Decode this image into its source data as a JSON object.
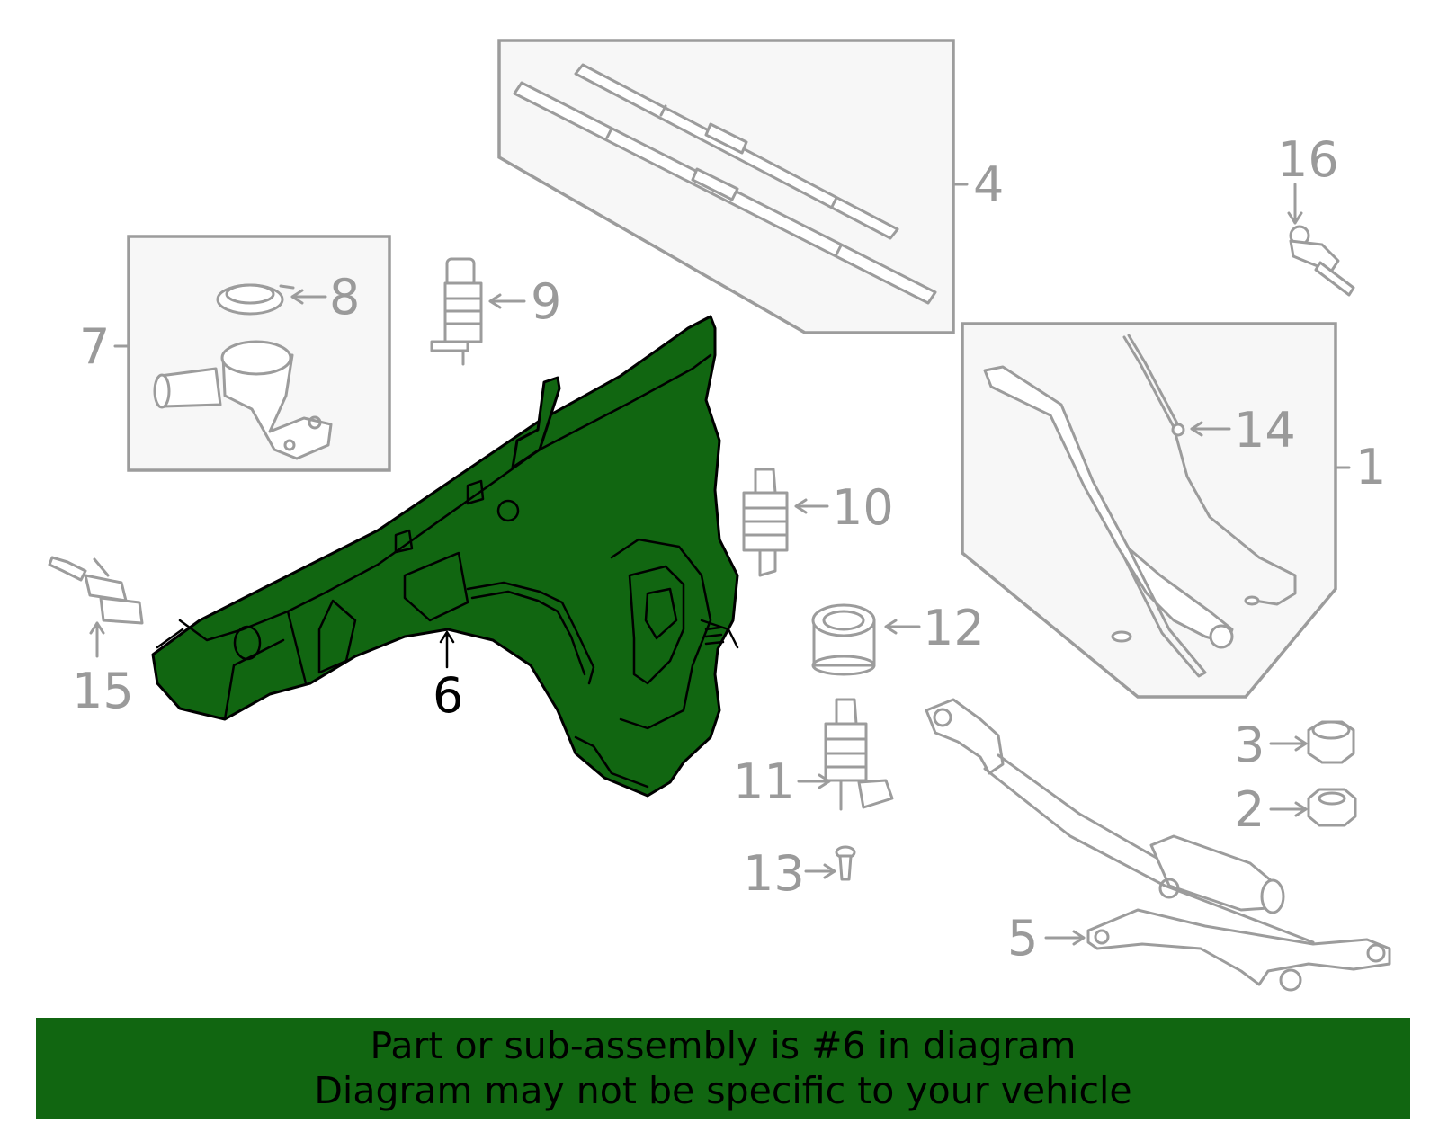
{
  "callouts": {
    "c1": "1",
    "c2": "2",
    "c3": "3",
    "c4": "4",
    "c5": "5",
    "c6": "6",
    "c7": "7",
    "c8": "8",
    "c9": "9",
    "c10": "10",
    "c11": "11",
    "c12": "12",
    "c13": "13",
    "c14": "14",
    "c15": "15",
    "c16": "16"
  },
  "highlighted_part": "6",
  "colors": {
    "highlight_fill": "#116611",
    "line_gray": "#9c9c9c",
    "box_fill": "#f7f7f7",
    "banner_bg": "#116611"
  },
  "banner": {
    "line1": "Part or sub-assembly is #6 in diagram",
    "line2": "Diagram may not be specific to your vehicle"
  }
}
